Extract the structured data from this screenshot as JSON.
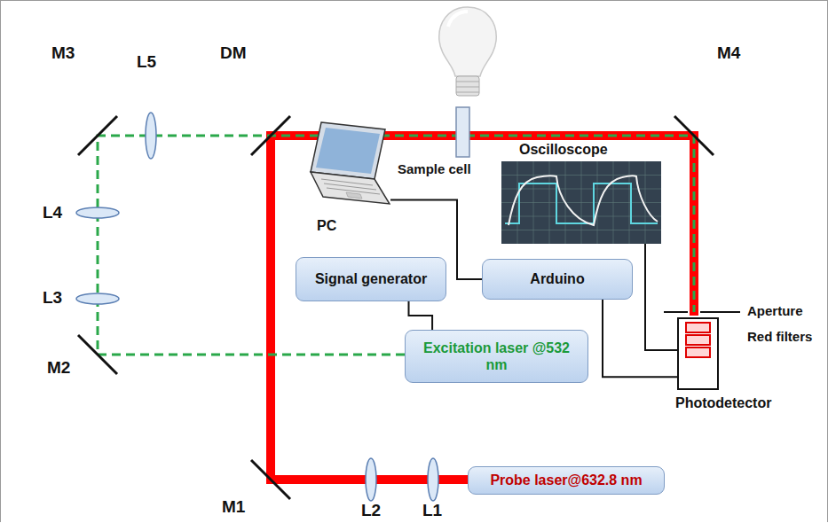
{
  "diagram": {
    "nodes": [
      {
        "text": [
          "PC"
        ]
      },
      {
        "text": [
          "Oscilloscope"
        ]
      },
      {
        "text": [
          "Signal generator"
        ]
      },
      {
        "text": [
          "Arduino"
        ]
      },
      {
        "text": [
          "Excitation laser @532 nm"
        ]
      },
      {
        "text": [
          "Photodetector"
        ]
      },
      {
        "text": [
          "Probe laser@632.8 nm"
        ]
      }
    ],
    "edges": [
      {
        "from": 2,
        "to": 4,
        "arrow": "none"
      },
      {
        "from": 0,
        "to": 3,
        "arrow": "none"
      },
      {
        "from": 3,
        "to": 5,
        "arrow": "none"
      },
      {
        "from": 1,
        "to": 5,
        "arrow": "none"
      }
    ],
    "labels": [
      "M3",
      "L5",
      "DM",
      "M4",
      "L4",
      "L3",
      "M2",
      "M1",
      "L2",
      "L1",
      "Sample cell",
      "Aperture",
      "Red filters"
    ]
  }
}
